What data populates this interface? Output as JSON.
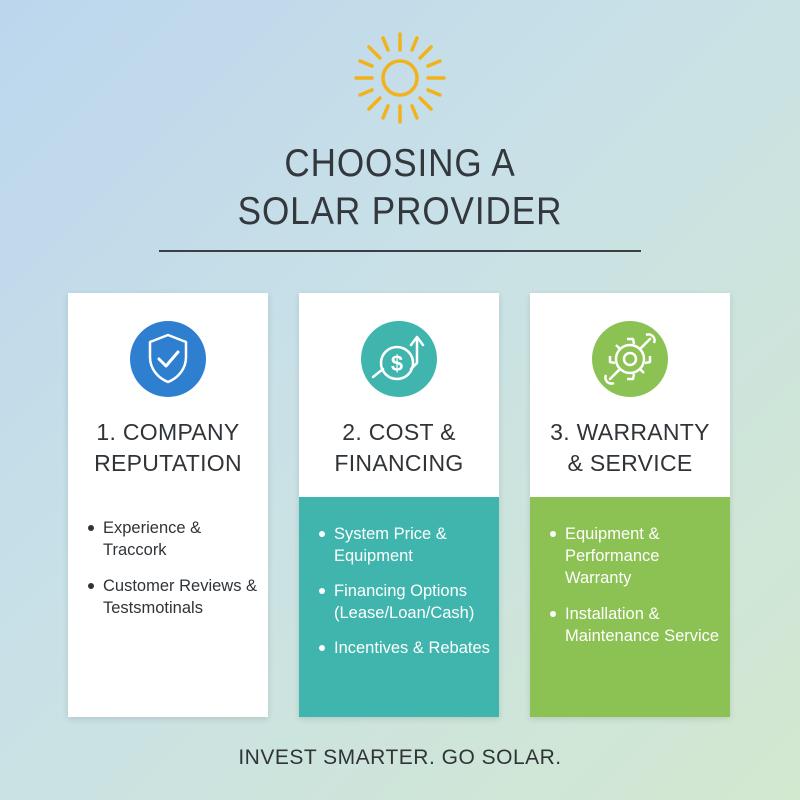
{
  "title": {
    "line1": "CHOOSING A",
    "line2": "SOLAR PROVIDER"
  },
  "cards": [
    {
      "heading_line1": "1. COMPANY",
      "heading_line2": "REPUTATION",
      "icon": "shield-check-icon",
      "accent": "#2f7fd1",
      "bullets": [
        "Experience & Traccork",
        "Customer Reviews & Testsmotinals"
      ]
    },
    {
      "heading_line1": "2. COST &",
      "heading_line2": "FINANCING",
      "icon": "dollar-growth-icon",
      "accent": "#3fb5ad",
      "bullets": [
        "System Price & Equipment",
        "Financing Options (Lease/Loan/Cash)",
        "Incentives & Rebates"
      ]
    },
    {
      "heading_line1": "3. WARRANTY",
      "heading_line2": "& SERVICE",
      "icon": "wrench-gear-icon",
      "accent": "#8cc153",
      "bullets": [
        "Equipment & Performance Warranty",
        "Installation & Maintenance Service"
      ]
    }
  ],
  "footer": "INVEST SMARTER. GO SOLAR.",
  "colors": {
    "sun": "#f2b21b",
    "text": "#2f3439"
  }
}
